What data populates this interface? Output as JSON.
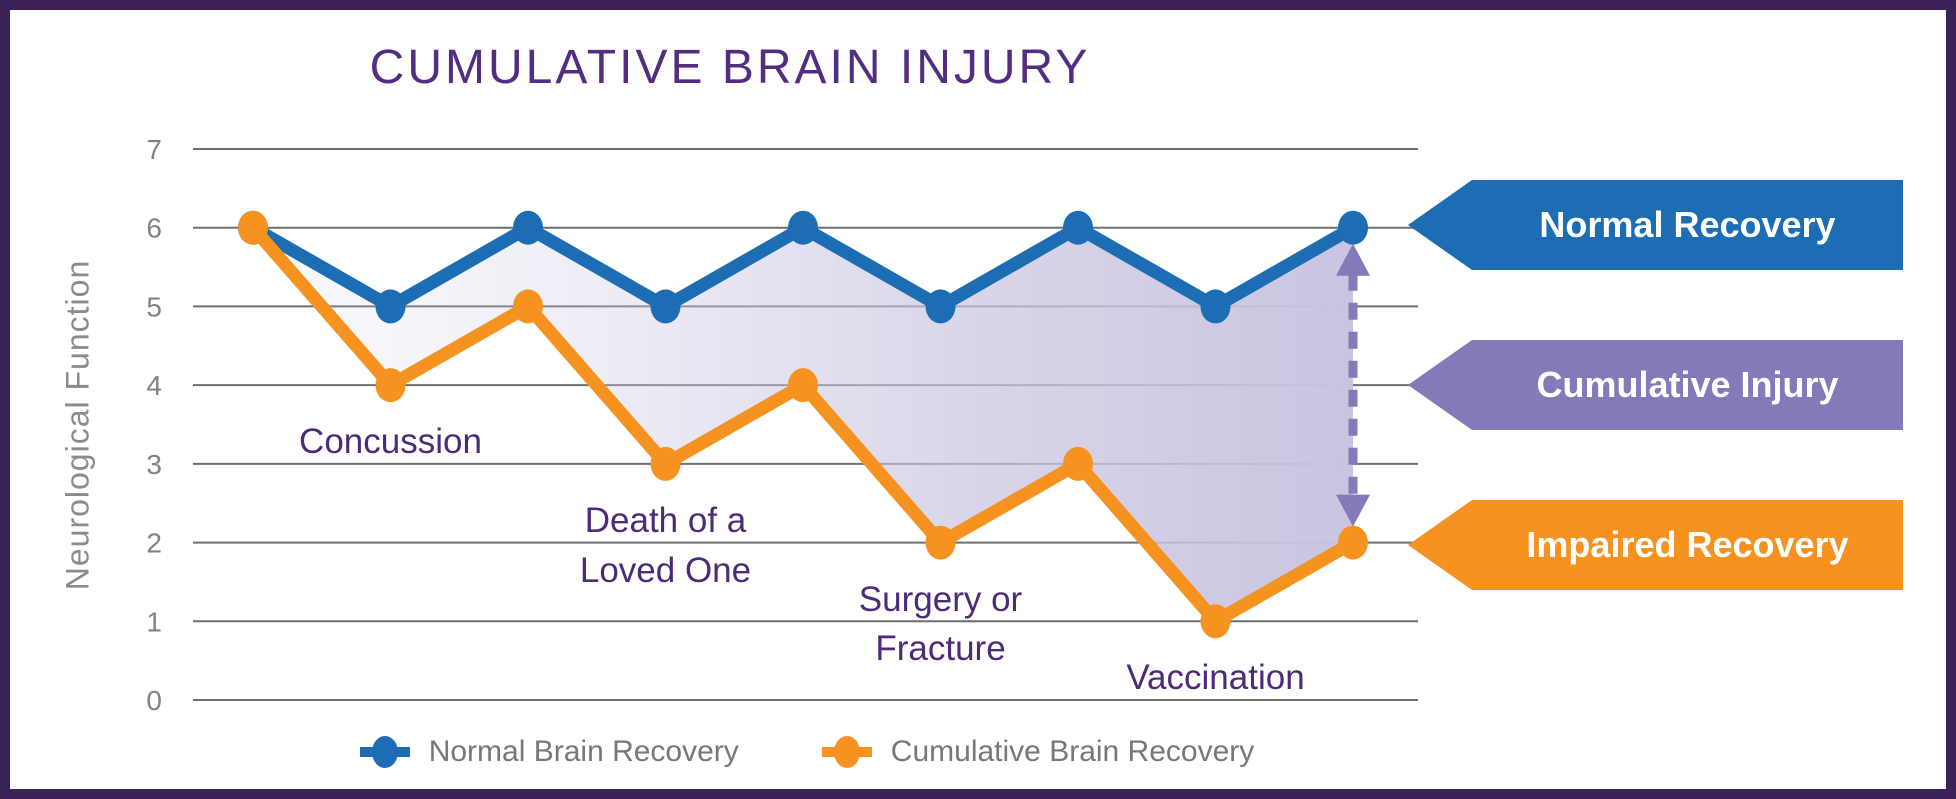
{
  "title": "CUMULATIVE BRAIN INJURY",
  "chart_data": {
    "type": "line",
    "title": "CUMULATIVE BRAIN INJURY",
    "xlabel": "",
    "ylabel": "Neurological Function",
    "ylim": [
      0,
      7
    ],
    "yticks": [
      7,
      6,
      5,
      4,
      3,
      2,
      1,
      0
    ],
    "grid": "horizontal",
    "x": [
      1,
      2,
      3,
      4,
      5,
      6,
      7,
      8,
      9
    ],
    "series": [
      {
        "name": "Normal Brain Recovery",
        "color": "#1c6db4",
        "values": [
          6,
          5,
          6,
          5,
          6,
          5,
          6,
          5,
          6
        ]
      },
      {
        "name": "Cumulative Brain Recovery",
        "color": "#f6921f",
        "values": [
          6,
          4,
          5,
          3,
          4,
          2,
          3,
          1,
          2
        ]
      }
    ],
    "annotations": [
      {
        "lines": [
          "Concussion"
        ],
        "index": 1
      },
      {
        "lines": [
          "Death of a",
          "Loved One"
        ],
        "index": 3
      },
      {
        "lines": [
          "Surgery or",
          "Fracture"
        ],
        "index": 5
      },
      {
        "lines": [
          "Vaccination"
        ],
        "index": 7
      }
    ],
    "area_fill": {
      "between": [
        "Normal Brain Recovery",
        "Cumulative Brain Recovery"
      ],
      "color": "#c9c4e0",
      "gradient": "left-to-right"
    },
    "gap_arrow": {
      "at_index": 8,
      "from": 6,
      "to": 2,
      "color": "#8579b9",
      "style": "dashed-double-headed"
    },
    "legend_position": "bottom"
  },
  "axis": {
    "ylabel": "Neurological Function"
  },
  "banners": [
    {
      "label": "Normal Recovery",
      "color": "#1c6db4",
      "points_to_value": 6
    },
    {
      "label": "Cumulative Injury",
      "color": "#8579b9",
      "points_to_value": 4
    },
    {
      "label": "Impaired Recovery",
      "color": "#f6921f",
      "points_to_value": 2
    }
  ],
  "legend": {
    "items": [
      {
        "label": "Normal Brain Recovery",
        "color": "#1c6db4"
      },
      {
        "label": "Cumulative Brain Recovery",
        "color": "#f6921f"
      }
    ]
  },
  "colors": {
    "frame_border": "#3b2358",
    "title": "#522d80",
    "event_label": "#4b2a78",
    "gridline": "#6e6f72",
    "tick_label": "#808285",
    "legend_text": "#76777a",
    "area": "#c9c4e0"
  }
}
